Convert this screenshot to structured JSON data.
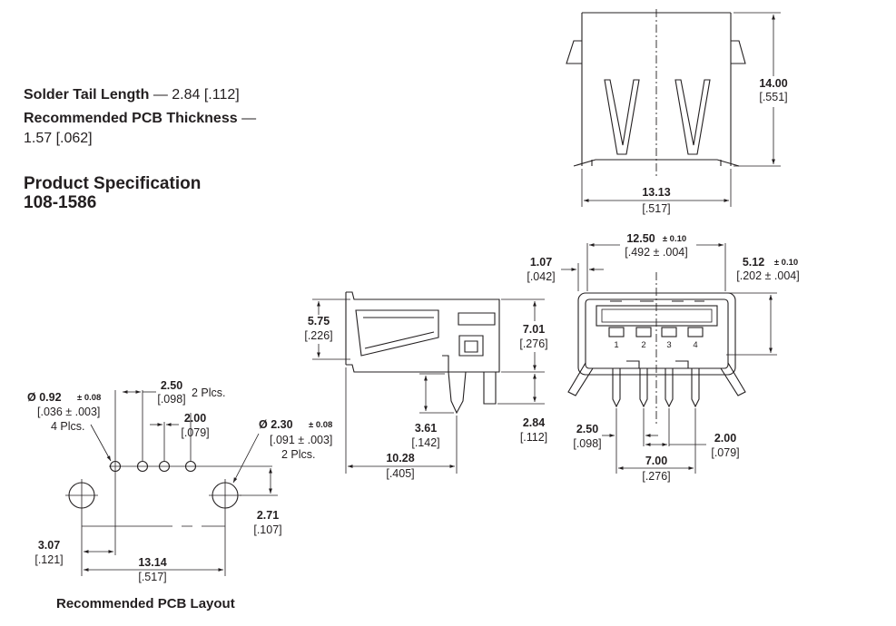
{
  "specs": {
    "solder_tail_label": "Solder Tail Length",
    "solder_tail_value": "— 2.84 [.112]",
    "pcb_thickness_label": "Recommended PCB Thickness",
    "pcb_thickness_dash": "—",
    "pcb_thickness_value": "1.57 [.062]"
  },
  "product_spec": {
    "title": "Product Specification",
    "number": "108-1586"
  },
  "pcb_layout_caption": "Recommended PCB Layout",
  "top_view": {
    "height_mm": "14.00",
    "height_in": "[.551]",
    "width_mm": "13.13",
    "width_in": "[.517]"
  },
  "side_view": {
    "h575_mm": "5.75",
    "h575_in": "[.226]",
    "h701_mm": "7.01",
    "h701_in": "[.276]",
    "h361_mm": "3.61",
    "h361_in": "[.142]",
    "h284_mm": "2.84",
    "h284_in": "[.112]",
    "w1028_mm": "10.28",
    "w1028_in": "[.405]"
  },
  "front_view": {
    "w1250_mm": "12.50",
    "w1250_tol": "± 0.10",
    "w1250_in": "[.492 ± .004]",
    "t107_mm": "1.07",
    "t107_in": "[.042]",
    "h512_mm": "5.12",
    "h512_tol": "± 0.10",
    "h512_in": "[.202 ± .004]",
    "pins": [
      "1",
      "2",
      "3",
      "4"
    ],
    "p250_mm": "2.50",
    "p250_in": "[.098]",
    "p200_mm": "2.00",
    "p200_in": "[.079]",
    "p700_mm": "7.00",
    "p700_in": "[.276]"
  },
  "pcb_layout": {
    "hole092_mm": "Ø 0.92",
    "hole092_tol": "± 0.08",
    "hole092_in": "[.036 ± .003]",
    "hole092_qty": "4 Plcs.",
    "pitch250_mm": "2.50",
    "pitch250_in": "[.098]",
    "pitch250_qty": "2 Plcs.",
    "pitch200_mm": "2.00",
    "pitch200_in": "[.079]",
    "hole230_mm": "Ø 2.30",
    "hole230_tol": "± 0.08",
    "hole230_in": "[.091 ± .003]",
    "hole230_qty": "2 Plcs.",
    "d271_mm": "2.71",
    "d271_in": "[.107]",
    "d307_mm": "3.07",
    "d307_in": "[.121]",
    "d1314_mm": "13.14",
    "d1314_in": "[.517]"
  }
}
